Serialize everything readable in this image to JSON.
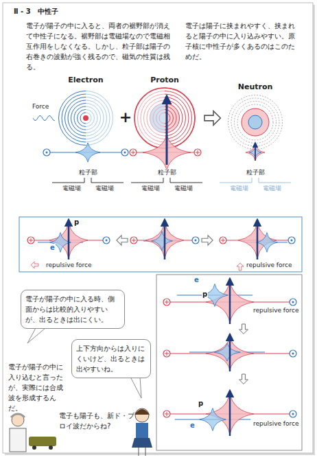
{
  "diagram": {
    "title": "Ⅱ - 3　中性子",
    "nodes": [
      {
        "text": [
          "電子が陽子の中に入る時、側面からは比較的入りやすいが、出るときは出にくい。"
        ]
      },
      {
        "text": [
          "上下方向からは入りにくいけど、出るときは出やすいね。"
        ]
      }
    ],
    "labels": [
      "電子が陽子の中に入ると、両者の裾野部が消えて中性子になる。裾野部は電磁場なので電磁相互作用をしなくなる。しかし、粒子部は陽子の右巻きの波動が強く残るので、磁気の性質は残る。",
      "電子は陽子に挟まれやすく、挟まれると陽子の中に入り込みやすい。原子核に中性子が多くあるのはこのためだ。",
      "Electron",
      "Proton",
      "Neutron",
      "Force",
      "+",
      "粒子部",
      "電磁場",
      "電磁場",
      "粒子部",
      "電磁場",
      "電磁場",
      "粒子部",
      "電磁場",
      "電磁場",
      "p",
      "e",
      "repulsive force",
      "repulsive force",
      "e",
      "p",
      "repulsive force",
      "p",
      "e",
      "repulsive force",
      "電子が陽子の中に入り込むと言ったが、実際には合成波を形成するんだ。",
      "電子も陽子も、新ド・ブロイ波だからね?"
    ]
  }
}
